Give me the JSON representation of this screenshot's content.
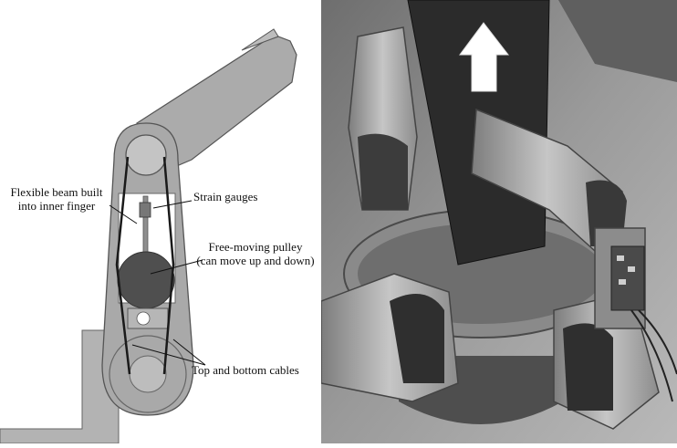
{
  "labels": {
    "flexible_beam_line1": "Flexible beam built",
    "flexible_beam_line2": "into inner finger",
    "strain_gauges": "Strain gauges",
    "pulley_line1": "Free-moving pulley",
    "pulley_line2": "(can move up and down)",
    "cables": "Top and bottom cables"
  },
  "colors": {
    "finger_gray": "#a9a9a9",
    "finger_outline": "#555555",
    "pulley_dark": "#4f4f4f",
    "cable": "#1a1a1a",
    "photo_bg": "#8a8a8a",
    "arrow_white": "#ffffff"
  }
}
